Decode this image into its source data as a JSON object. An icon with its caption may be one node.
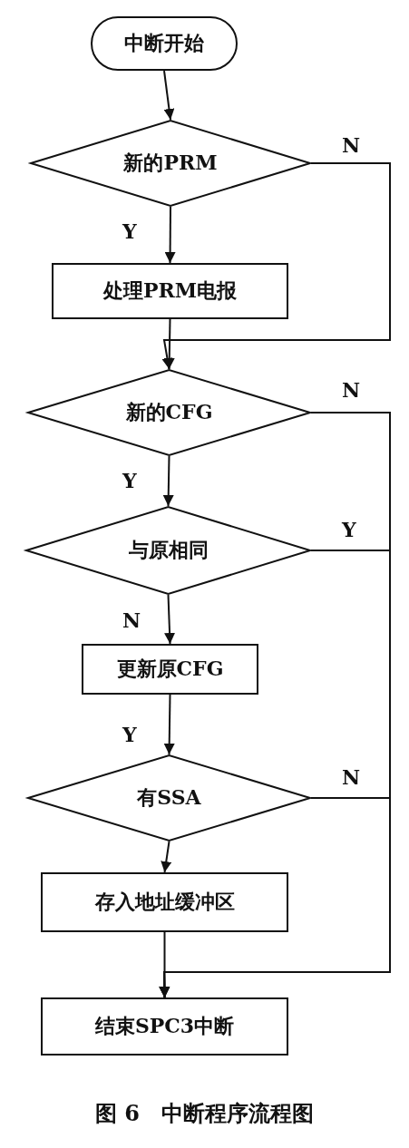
{
  "diagram": {
    "caption": "图 6　中断程序流程图",
    "nodes": [
      {
        "text": [
          "中断开始"
        ]
      },
      {
        "text": [
          "新的PRM"
        ]
      },
      {
        "text": [
          "处理PRM电报"
        ]
      },
      {
        "text": [
          "新的CFG"
        ]
      },
      {
        "text": [
          "与原相同"
        ]
      },
      {
        "text": [
          "更新原CFG"
        ]
      },
      {
        "text": [
          "有SSA"
        ]
      },
      {
        "text": [
          "存入地址缓冲区"
        ]
      },
      {
        "text": [
          "结束SPC3中断"
        ]
      }
    ],
    "edges": [
      {
        "from": 0,
        "to": 1,
        "arrow": "to"
      },
      {
        "from": 1,
        "to": 2,
        "arrow": "to",
        "label": "Y"
      },
      {
        "from": 1,
        "to": 3,
        "arrow": "to",
        "label": "N"
      },
      {
        "from": 2,
        "to": 3,
        "arrow": "to"
      },
      {
        "from": 3,
        "to": 4,
        "arrow": "to",
        "label": "Y"
      },
      {
        "from": 3,
        "to": 8,
        "arrow": "to",
        "label": "N"
      },
      {
        "from": 4,
        "to": 5,
        "arrow": "to",
        "label": "N"
      },
      {
        "from": 4,
        "to": 8,
        "arrow": "to",
        "label": "Y"
      },
      {
        "from": 5,
        "to": 6,
        "arrow": "to",
        "label": "Y"
      },
      {
        "from": 6,
        "to": 8,
        "arrow": "to",
        "label": "N"
      },
      {
        "from": 6,
        "to": 7,
        "arrow": "to"
      },
      {
        "from": 7,
        "to": 8,
        "arrow": "to"
      }
    ]
  }
}
